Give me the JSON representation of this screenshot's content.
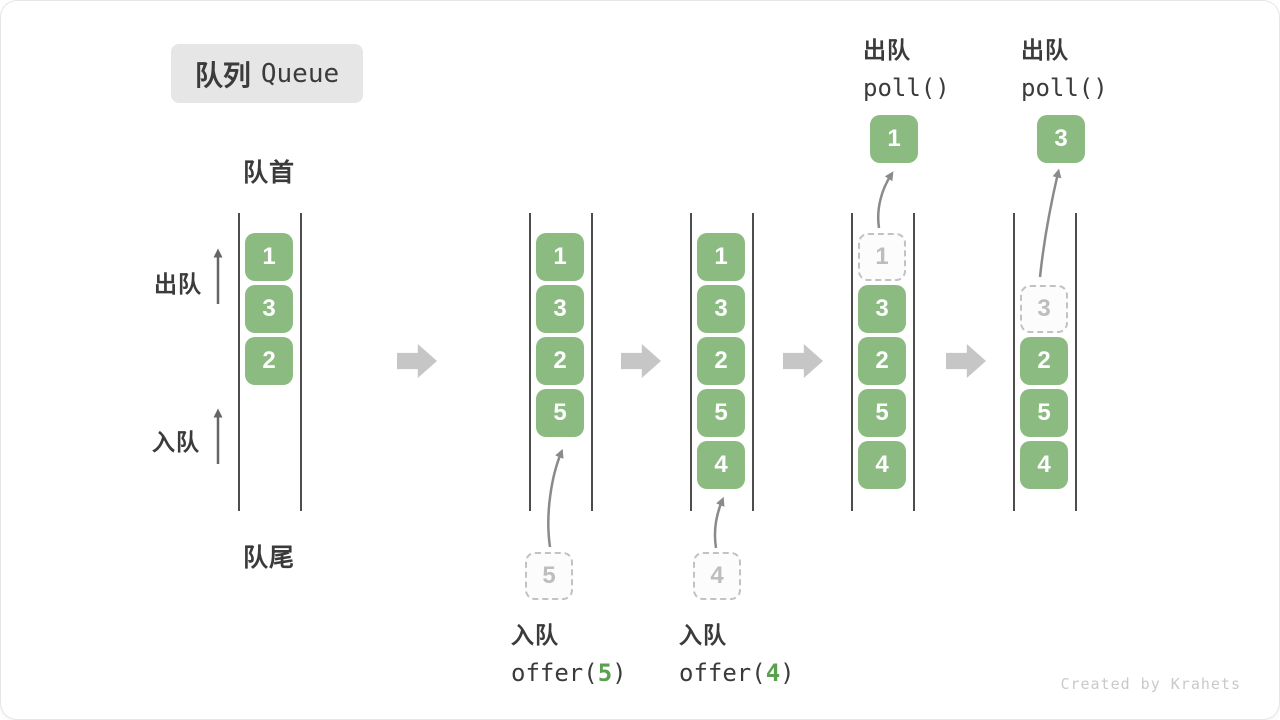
{
  "title": {
    "zh": "队列",
    "en": "Queue"
  },
  "labels": {
    "front": "队首",
    "rear": "队尾",
    "dequeue": "出队",
    "enqueue": "入队"
  },
  "colors": {
    "box_green": "#8CBB82",
    "code_green": "#5AA050",
    "arrow_gray": "#C6C6C6",
    "line_dark": "#4D4D4D",
    "dashed_gray": "#C2C2C2",
    "dashed_text": "#BDBDBD",
    "text_dark": "#3B3B3B",
    "watermark_gray": "#C9C9C9",
    "title_bg": "#E6E6E6"
  },
  "states": [
    {
      "boxes": [
        {
          "value": "1"
        },
        {
          "value": "3"
        },
        {
          "value": "2"
        }
      ]
    },
    {
      "boxes": [
        {
          "value": "1"
        },
        {
          "value": "3"
        },
        {
          "value": "2"
        },
        {
          "value": "5"
        }
      ]
    },
    {
      "boxes": [
        {
          "value": "1"
        },
        {
          "value": "3"
        },
        {
          "value": "2"
        },
        {
          "value": "5"
        },
        {
          "value": "4"
        }
      ]
    },
    {
      "dashed": {
        "value": "1"
      },
      "boxes": [
        {
          "value": "3"
        },
        {
          "value": "2"
        },
        {
          "value": "5"
        },
        {
          "value": "4"
        }
      ]
    },
    {
      "dashed": {
        "value": "3"
      },
      "boxes": [
        {
          "value": "2"
        },
        {
          "value": "5"
        },
        {
          "value": "4"
        }
      ]
    }
  ],
  "operations": {
    "enqueue5": {
      "label": "入队",
      "code_pre": "offer(",
      "arg": "5",
      "code_post": ")",
      "pending": "5"
    },
    "enqueue4": {
      "label": "入队",
      "code_pre": "offer(",
      "arg": "4",
      "code_post": ")",
      "pending": "4"
    },
    "poll1": {
      "label": "出队",
      "code": "poll()",
      "result": "1"
    },
    "poll2": {
      "label": "出队",
      "code": "poll()",
      "result": "3"
    }
  },
  "watermark": "Created by Krahets"
}
